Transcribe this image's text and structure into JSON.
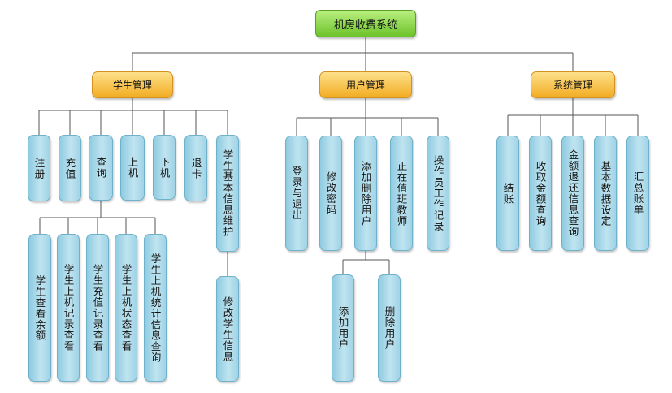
{
  "root": "机房收费系统",
  "groups": {
    "student": "学生管理",
    "user": "用户管理",
    "system": "系统管理"
  },
  "student_items": {
    "register": "注册",
    "recharge": "充值",
    "query": "查询",
    "online": "上机",
    "offline": "下机",
    "refund": "退卡",
    "info_maintain": "学生基本信息维护"
  },
  "query_items": {
    "balance": "学生查看余额",
    "online_records": "学生上机记录查看",
    "recharge_records": "学生充值记录查看",
    "online_status": "学生上机状态查看",
    "online_stats": "学生上机统计信息查询"
  },
  "info_items": {
    "modify": "修改学生信息"
  },
  "user_items": {
    "login_logout": "登录与退出",
    "change_password": "修改密码",
    "add_delete_user": "添加删除用户",
    "on_duty_teacher": "正在值班教师",
    "operator_log": "操作员工作记录"
  },
  "add_delete_items": {
    "add_user": "添加用户",
    "delete_user": "删除用户"
  },
  "system_items": {
    "checkout": "结账",
    "collect_query": "收取金额查询",
    "refund_query": "金额退还信息查询",
    "basic_settings": "基本数据设定",
    "summary": "汇总账单"
  }
}
